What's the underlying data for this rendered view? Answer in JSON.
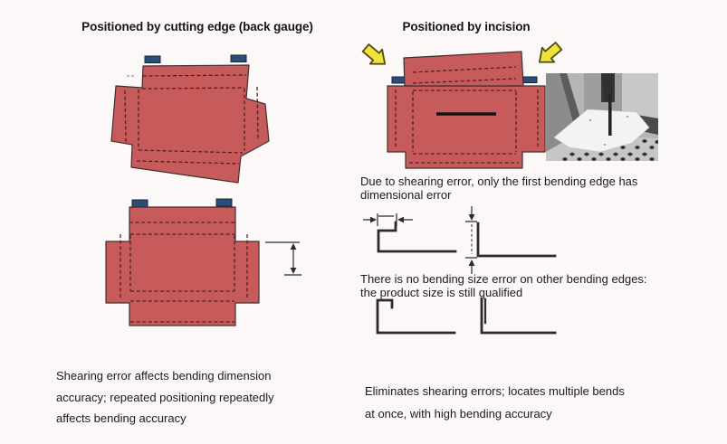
{
  "left_column": {
    "title": "Positioned by cutting edge (back gauge)",
    "caption_lines": [
      "Shearing error affects bending dimension",
      "accuracy; repeated positioning repeatedly",
      "affects bending accuracy"
    ]
  },
  "right_column": {
    "title": "Positioned by incision",
    "note1_lines": [
      "Due to shearing error, only the first bending edge has",
      "dimensional error"
    ],
    "note2_lines": [
      "There is no bending size error on other bending edges:",
      "the product size is still qualified"
    ],
    "caption_lines": [
      "Eliminates shearing errors; locates multiple bends",
      "at once, with high bending accuracy"
    ]
  },
  "colors": {
    "sheet_red": "#c75b5c",
    "sheet_outline": "#3f3030",
    "fold_dash": "#54201f",
    "gauge_navy": "#2b4e78",
    "gauge_edge": "#16263d",
    "arrow_yellow": "#f0e23b",
    "line_dark": "#2b2b2b",
    "background": "#fbf8f7"
  },
  "icons": {
    "left_pointer": "block-arrow-down-right",
    "right_pointer": "block-arrow-down-left"
  }
}
